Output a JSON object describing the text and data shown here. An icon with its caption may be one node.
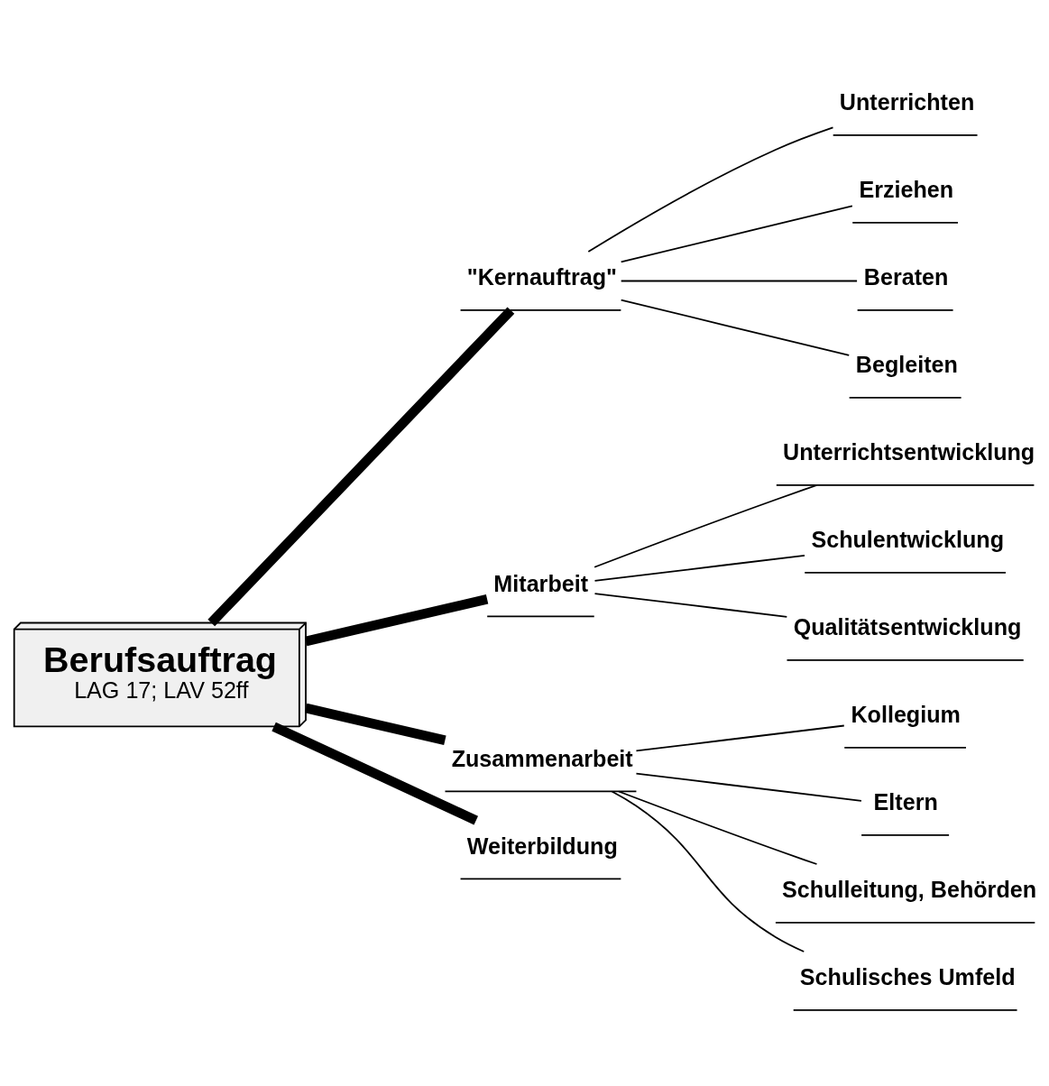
{
  "diagram": {
    "nodes": [
      {
        "text": [
          "Berufsauftrag",
          "LAG 17; LAV 52ff"
        ]
      },
      {
        "text": [
          "\"Kernauftrag\""
        ]
      },
      {
        "text": [
          "Unterrichten"
        ]
      },
      {
        "text": [
          "Erziehen"
        ]
      },
      {
        "text": [
          "Beraten"
        ]
      },
      {
        "text": [
          "Begleiten"
        ]
      },
      {
        "text": [
          "Mitarbeit"
        ]
      },
      {
        "text": [
          "Unterrichtsentwicklung"
        ]
      },
      {
        "text": [
          "Schulentwicklung"
        ]
      },
      {
        "text": [
          "Qualitätsentwicklung"
        ]
      },
      {
        "text": [
          "Zusammenarbeit"
        ]
      },
      {
        "text": [
          "Kollegium"
        ]
      },
      {
        "text": [
          "Eltern"
        ]
      },
      {
        "text": [
          "Schulleitung, Behörden"
        ]
      },
      {
        "text": [
          "Schulisches Umfeld"
        ]
      },
      {
        "text": [
          "Weiterbildung"
        ]
      }
    ],
    "edges": [
      {
        "from": 0,
        "to": 1,
        "arrow": "none",
        "style": "thick"
      },
      {
        "from": 1,
        "to": 2,
        "arrow": "none"
      },
      {
        "from": 1,
        "to": 3,
        "arrow": "none"
      },
      {
        "from": 1,
        "to": 4,
        "arrow": "none"
      },
      {
        "from": 1,
        "to": 5,
        "arrow": "none"
      },
      {
        "from": 0,
        "to": 6,
        "arrow": "none",
        "style": "thick"
      },
      {
        "from": 6,
        "to": 7,
        "arrow": "none"
      },
      {
        "from": 6,
        "to": 8,
        "arrow": "none"
      },
      {
        "from": 6,
        "to": 9,
        "arrow": "none"
      },
      {
        "from": 0,
        "to": 10,
        "arrow": "none",
        "style": "thick"
      },
      {
        "from": 10,
        "to": 11,
        "arrow": "none"
      },
      {
        "from": 10,
        "to": 12,
        "arrow": "none"
      },
      {
        "from": 10,
        "to": 13,
        "arrow": "none"
      },
      {
        "from": 10,
        "to": 14,
        "arrow": "none"
      },
      {
        "from": 0,
        "to": 15,
        "arrow": "none",
        "style": "thick"
      }
    ]
  }
}
